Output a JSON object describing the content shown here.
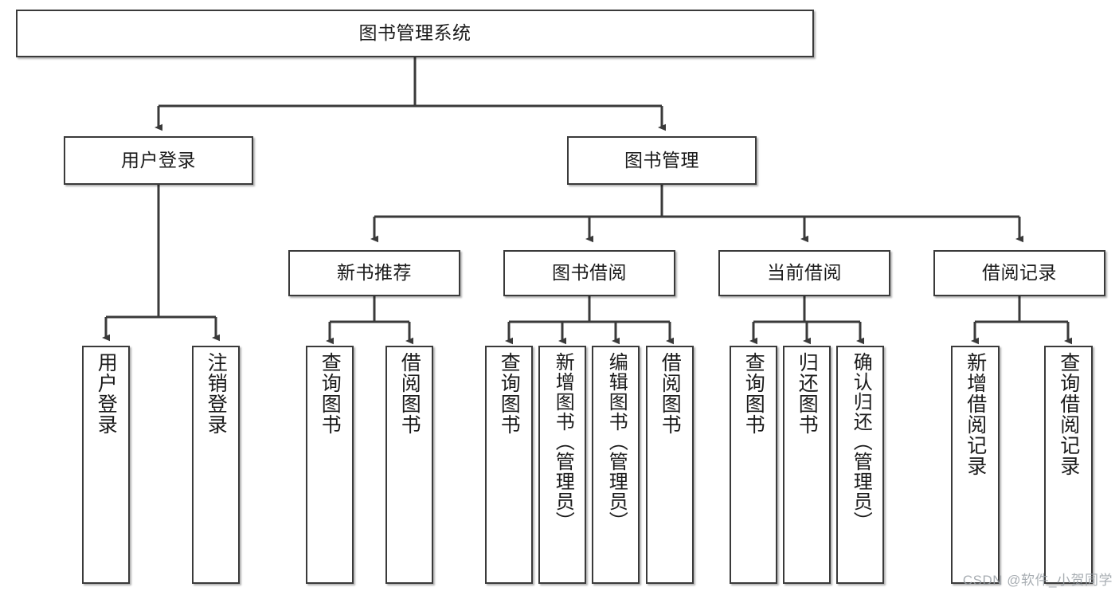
{
  "diagram": {
    "type": "hierarchy-tree",
    "title": "图书管理系统",
    "watermark": "CSDN @软件_小贺同学",
    "style": {
      "box_fill": "#ffffff",
      "box_stroke": "#3a3a3a",
      "text_color": "#1b1b1b",
      "watermark_color": "#9aa0a6"
    },
    "root": {
      "label": "图书管理系统"
    },
    "level2": [
      {
        "label": "用户登录"
      },
      {
        "label": "图书管理"
      }
    ],
    "level3": [
      {
        "label": "新书推荐"
      },
      {
        "label": "图书借阅"
      },
      {
        "label": "当前借阅"
      },
      {
        "label": "借阅记录"
      }
    ],
    "leaves": {
      "user_login": [
        {
          "label": "用户登录"
        },
        {
          "label": "注销登录"
        }
      ],
      "new_book_rec": [
        {
          "label": "查询图书"
        },
        {
          "label": "借阅图书"
        }
      ],
      "book_borrow": [
        {
          "label": "查询图书"
        },
        {
          "label": "新增图书（管理员）"
        },
        {
          "label": "编辑图书（管理员）"
        },
        {
          "label": "借阅图书"
        }
      ],
      "current_borrow": [
        {
          "label": "查询图书"
        },
        {
          "label": "归还图书"
        },
        {
          "label": "确认归还（管理员）"
        }
      ],
      "borrow_record": [
        {
          "label": "新增借阅记录"
        },
        {
          "label": "查询借阅记录"
        }
      ]
    }
  }
}
